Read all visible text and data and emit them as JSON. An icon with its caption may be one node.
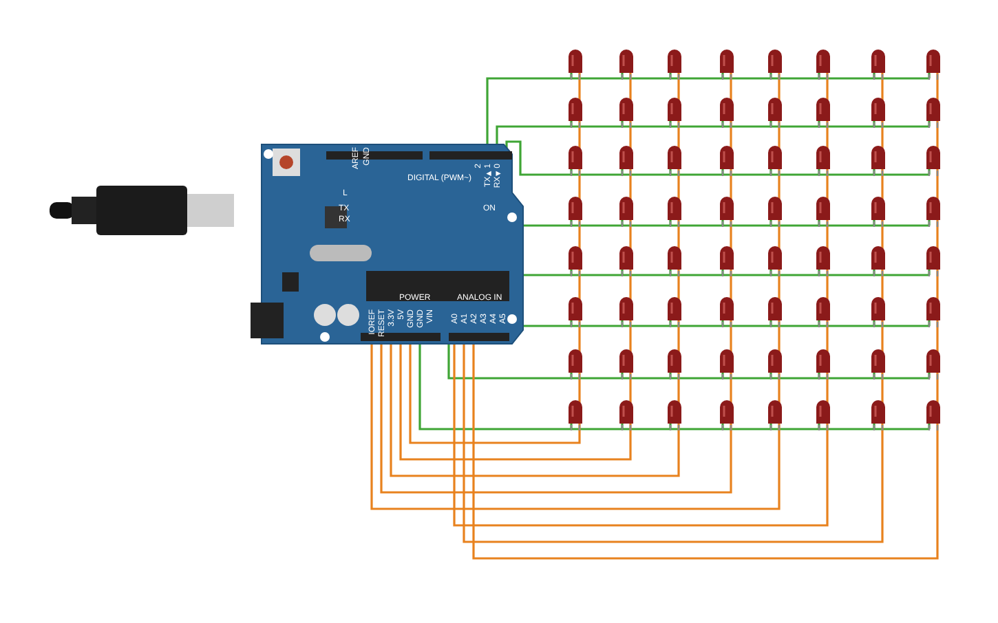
{
  "diagram": {
    "nodes": [
      {
        "text": [],
        "shape": "picture"
      },
      {
        "text": [],
        "shape": "picture"
      },
      {
        "text": [],
        "shape": "picture"
      },
      {
        "text": [],
        "shape": "picture"
      },
      {
        "text": [],
        "shape": "picture"
      },
      {
        "text": [],
        "shape": "picture"
      },
      {
        "text": [],
        "shape": "picture"
      },
      {
        "text": [],
        "shape": "picture"
      },
      {
        "text": [],
        "shape": "picture"
      },
      {
        "text": [],
        "shape": "picture"
      },
      {
        "text": [],
        "shape": "picture"
      },
      {
        "text": [],
        "shape": "picture"
      },
      {
        "text": [],
        "shape": "picture"
      },
      {
        "text": [],
        "shape": "picture"
      },
      {
        "text": [],
        "shape": "picture"
      },
      {
        "text": [],
        "shape": "picture"
      },
      {
        "text": [],
        "shape": "picture"
      },
      {
        "text": [],
        "shape": "picture"
      },
      {
        "text": [],
        "shape": "picture"
      },
      {
        "text": [],
        "shape": "picture"
      },
      {
        "text": [],
        "shape": "picture"
      },
      {
        "text": [],
        "shape": "picture"
      },
      {
        "text": [],
        "shape": "picture"
      },
      {
        "text": [],
        "shape": "picture"
      },
      {
        "text": [],
        "shape": "picture"
      },
      {
        "text": [],
        "shape": "picture"
      },
      {
        "text": [],
        "shape": "picture"
      },
      {
        "text": [],
        "shape": "picture"
      },
      {
        "text": [],
        "shape": "picture"
      },
      {
        "text": [],
        "shape": "picture"
      },
      {
        "text": [],
        "shape": "picture"
      },
      {
        "text": [],
        "shape": "picture"
      },
      {
        "text": [],
        "shape": "picture"
      },
      {
        "text": [],
        "shape": "picture"
      },
      {
        "text": [],
        "shape": "picture"
      },
      {
        "text": [],
        "shape": "picture"
      },
      {
        "text": [],
        "shape": "picture"
      },
      {
        "text": [],
        "shape": "picture"
      },
      {
        "text": [],
        "shape": "picture"
      },
      {
        "text": [],
        "shape": "picture"
      },
      {
        "text": [],
        "shape": "picture"
      },
      {
        "text": [],
        "shape": "picture"
      },
      {
        "text": [],
        "shape": "picture"
      },
      {
        "text": [],
        "shape": "picture"
      },
      {
        "text": [],
        "shape": "picture"
      },
      {
        "text": [],
        "shape": "picture"
      },
      {
        "text": [],
        "shape": "picture"
      },
      {
        "text": [],
        "shape": "picture"
      },
      {
        "text": [],
        "shape": "picture"
      },
      {
        "text": [],
        "shape": "picture"
      },
      {
        "text": [],
        "shape": "picture"
      },
      {
        "text": [],
        "shape": "picture"
      },
      {
        "text": [],
        "shape": "picture"
      },
      {
        "text": [],
        "shape": "picture"
      },
      {
        "text": [],
        "shape": "picture"
      },
      {
        "text": [],
        "shape": "picture"
      },
      {
        "text": [],
        "shape": "picture"
      },
      {
        "text": [],
        "shape": "picture"
      },
      {
        "text": [],
        "shape": "picture"
      },
      {
        "text": [],
        "shape": "picture"
      },
      {
        "text": [],
        "shape": "picture"
      },
      {
        "text": [],
        "shape": "picture"
      },
      {
        "text": [],
        "shape": "picture"
      },
      {
        "text": [],
        "shape": "picture"
      },
      {
        "text": [],
        "shape": "picture"
      }
    ],
    "edges": [
      {
        "from": 0,
        "to": 1,
        "arrow": "none",
        "color": "#3fa535"
      },
      {
        "from": 0,
        "to": 2,
        "arrow": "none",
        "color": "#3fa535"
      },
      {
        "from": 0,
        "to": 3,
        "arrow": "none",
        "color": "#3fa535"
      },
      {
        "from": 0,
        "to": 4,
        "arrow": "none",
        "color": "#3fa535"
      },
      {
        "from": 0,
        "to": 5,
        "arrow": "none",
        "color": "#3fa535"
      },
      {
        "from": 0,
        "to": 6,
        "arrow": "none",
        "color": "#3fa535"
      },
      {
        "from": 0,
        "to": 7,
        "arrow": "none",
        "color": "#3fa535"
      },
      {
        "from": 0,
        "to": 8,
        "arrow": "none",
        "color": "#3fa535"
      },
      {
        "from": 0,
        "to": 9,
        "arrow": "none",
        "color": "#3fa535"
      },
      {
        "from": 0,
        "to": 10,
        "arrow": "none",
        "color": "#3fa535"
      },
      {
        "from": 0,
        "to": 11,
        "arrow": "none",
        "color": "#3fa535"
      },
      {
        "from": 0,
        "to": 12,
        "arrow": "none",
        "color": "#3fa535"
      },
      {
        "from": 0,
        "to": 13,
        "arrow": "none",
        "color": "#3fa535"
      },
      {
        "from": 0,
        "to": 14,
        "arrow": "none",
        "color": "#3fa535"
      },
      {
        "from": 0,
        "to": 15,
        "arrow": "none",
        "color": "#3fa535"
      },
      {
        "from": 0,
        "to": 16,
        "arrow": "none",
        "color": "#3fa535"
      },
      {
        "from": 0,
        "to": 17,
        "arrow": "none",
        "color": "#3fa535"
      },
      {
        "from": 0,
        "to": 18,
        "arrow": "none",
        "color": "#3fa535"
      },
      {
        "from": 0,
        "to": 19,
        "arrow": "none",
        "color": "#3fa535"
      },
      {
        "from": 0,
        "to": 20,
        "arrow": "none",
        "color": "#3fa535"
      },
      {
        "from": 0,
        "to": 21,
        "arrow": "none",
        "color": "#3fa535"
      },
      {
        "from": 0,
        "to": 22,
        "arrow": "none",
        "color": "#3fa535"
      },
      {
        "from": 0,
        "to": 23,
        "arrow": "none",
        "color": "#3fa535"
      },
      {
        "from": 0,
        "to": 24,
        "arrow": "none",
        "color": "#3fa535"
      },
      {
        "from": 0,
        "to": 25,
        "arrow": "none",
        "color": "#3fa535"
      },
      {
        "from": 0,
        "to": 26,
        "arrow": "none",
        "color": "#3fa535"
      },
      {
        "from": 0,
        "to": 27,
        "arrow": "none",
        "color": "#3fa535"
      },
      {
        "from": 0,
        "to": 28,
        "arrow": "none",
        "color": "#3fa535"
      },
      {
        "from": 0,
        "to": 29,
        "arrow": "none",
        "color": "#3fa535"
      },
      {
        "from": 0,
        "to": 30,
        "arrow": "none",
        "color": "#3fa535"
      },
      {
        "from": 0,
        "to": 31,
        "arrow": "none",
        "color": "#3fa535"
      },
      {
        "from": 0,
        "to": 32,
        "arrow": "none",
        "color": "#3fa535"
      },
      {
        "from": 0,
        "to": 33,
        "arrow": "none",
        "color": "#3fa535"
      },
      {
        "from": 0,
        "to": 34,
        "arrow": "none",
        "color": "#3fa535"
      },
      {
        "from": 0,
        "to": 35,
        "arrow": "none",
        "color": "#3fa535"
      },
      {
        "from": 0,
        "to": 36,
        "arrow": "none",
        "color": "#3fa535"
      },
      {
        "from": 0,
        "to": 37,
        "arrow": "none",
        "color": "#3fa535"
      },
      {
        "from": 0,
        "to": 38,
        "arrow": "none",
        "color": "#3fa535"
      },
      {
        "from": 0,
        "to": 39,
        "arrow": "none",
        "color": "#3fa535"
      },
      {
        "from": 0,
        "to": 40,
        "arrow": "none",
        "color": "#3fa535"
      },
      {
        "from": 0,
        "to": 41,
        "arrow": "none",
        "color": "#3fa535"
      },
      {
        "from": 0,
        "to": 42,
        "arrow": "none",
        "color": "#3fa535"
      },
      {
        "from": 0,
        "to": 43,
        "arrow": "none",
        "color": "#3fa535"
      },
      {
        "from": 0,
        "to": 44,
        "arrow": "none",
        "color": "#3fa535"
      },
      {
        "from": 0,
        "to": 45,
        "arrow": "none",
        "color": "#3fa535"
      },
      {
        "from": 0,
        "to": 46,
        "arrow": "none",
        "color": "#3fa535"
      },
      {
        "from": 0,
        "to": 47,
        "arrow": "none",
        "color": "#3fa535"
      },
      {
        "from": 0,
        "to": 48,
        "arrow": "none",
        "color": "#3fa535"
      },
      {
        "from": 0,
        "to": 49,
        "arrow": "none",
        "color": "#3fa535"
      },
      {
        "from": 0,
        "to": 50,
        "arrow": "none",
        "color": "#3fa535"
      },
      {
        "from": 0,
        "to": 51,
        "arrow": "none",
        "color": "#3fa535"
      },
      {
        "from": 0,
        "to": 52,
        "arrow": "none",
        "color": "#3fa535"
      },
      {
        "from": 0,
        "to": 53,
        "arrow": "none",
        "color": "#3fa535"
      },
      {
        "from": 0,
        "to": 54,
        "arrow": "none",
        "color": "#3fa535"
      },
      {
        "from": 0,
        "to": 55,
        "arrow": "none",
        "color": "#3fa535"
      },
      {
        "from": 0,
        "to": 56,
        "arrow": "none",
        "color": "#3fa535"
      },
      {
        "from": 0,
        "to": 57,
        "arrow": "none",
        "color": "#3fa535"
      },
      {
        "from": 0,
        "to": 58,
        "arrow": "none",
        "color": "#3fa535"
      },
      {
        "from": 0,
        "to": 59,
        "arrow": "none",
        "color": "#3fa535"
      },
      {
        "from": 0,
        "to": 60,
        "arrow": "none",
        "color": "#3fa535"
      },
      {
        "from": 0,
        "to": 61,
        "arrow": "none",
        "color": "#3fa535"
      },
      {
        "from": 0,
        "to": 62,
        "arrow": "none",
        "color": "#3fa535"
      },
      {
        "from": 0,
        "to": 63,
        "arrow": "none",
        "color": "#3fa535"
      },
      {
        "from": 0,
        "to": 64,
        "arrow": "none",
        "color": "#3fa535"
      },
      {
        "from": 0,
        "to": 1,
        "arrow": "none",
        "color": "#e8821e"
      },
      {
        "from": 0,
        "to": 9,
        "arrow": "none",
        "color": "#e8821e"
      },
      {
        "from": 0,
        "to": 17,
        "arrow": "none",
        "color": "#e8821e"
      },
      {
        "from": 0,
        "to": 25,
        "arrow": "none",
        "color": "#e8821e"
      },
      {
        "from": 0,
        "to": 33,
        "arrow": "none",
        "color": "#e8821e"
      },
      {
        "from": 0,
        "to": 41,
        "arrow": "none",
        "color": "#e8821e"
      },
      {
        "from": 0,
        "to": 49,
        "arrow": "none",
        "color": "#e8821e"
      },
      {
        "from": 0,
        "to": 57,
        "arrow": "none",
        "color": "#e8821e"
      },
      {
        "from": 0,
        "to": 2,
        "arrow": "none",
        "color": "#e8821e"
      },
      {
        "from": 0,
        "to": 10,
        "arrow": "none",
        "color": "#e8821e"
      },
      {
        "from": 0,
        "to": 18,
        "arrow": "none",
        "color": "#e8821e"
      },
      {
        "from": 0,
        "to": 26,
        "arrow": "none",
        "color": "#e8821e"
      },
      {
        "from": 0,
        "to": 34,
        "arrow": "none",
        "color": "#e8821e"
      },
      {
        "from": 0,
        "to": 42,
        "arrow": "none",
        "color": "#e8821e"
      },
      {
        "from": 0,
        "to": 50,
        "arrow": "none",
        "color": "#e8821e"
      },
      {
        "from": 0,
        "to": 58,
        "arrow": "none",
        "color": "#e8821e"
      },
      {
        "from": 0,
        "to": 3,
        "arrow": "none",
        "color": "#e8821e"
      },
      {
        "from": 0,
        "to": 11,
        "arrow": "none",
        "color": "#e8821e"
      },
      {
        "from": 0,
        "to": 19,
        "arrow": "none",
        "color": "#e8821e"
      },
      {
        "from": 0,
        "to": 27,
        "arrow": "none",
        "color": "#e8821e"
      },
      {
        "from": 0,
        "to": 35,
        "arrow": "none",
        "color": "#e8821e"
      },
      {
        "from": 0,
        "to": 43,
        "arrow": "none",
        "color": "#e8821e"
      },
      {
        "from": 0,
        "to": 51,
        "arrow": "none",
        "color": "#e8821e"
      },
      {
        "from": 0,
        "to": 59,
        "arrow": "none",
        "color": "#e8821e"
      },
      {
        "from": 0,
        "to": 4,
        "arrow": "none",
        "color": "#e8821e"
      },
      {
        "from": 0,
        "to": 12,
        "arrow": "none",
        "color": "#e8821e"
      },
      {
        "from": 0,
        "to": 20,
        "arrow": "none",
        "color": "#e8821e"
      },
      {
        "from": 0,
        "to": 28,
        "arrow": "none",
        "color": "#e8821e"
      },
      {
        "from": 0,
        "to": 36,
        "arrow": "none",
        "color": "#e8821e"
      },
      {
        "from": 0,
        "to": 44,
        "arrow": "none",
        "color": "#e8821e"
      },
      {
        "from": 0,
        "to": 52,
        "arrow": "none",
        "color": "#e8821e"
      },
      {
        "from": 0,
        "to": 60,
        "arrow": "none",
        "color": "#e8821e"
      },
      {
        "from": 0,
        "to": 5,
        "arrow": "none",
        "color": "#e8821e"
      },
      {
        "from": 0,
        "to": 13,
        "arrow": "none",
        "color": "#e8821e"
      },
      {
        "from": 0,
        "to": 21,
        "arrow": "none",
        "color": "#e8821e"
      },
      {
        "from": 0,
        "to": 29,
        "arrow": "none",
        "color": "#e8821e"
      },
      {
        "from": 0,
        "to": 37,
        "arrow": "none",
        "color": "#e8821e"
      },
      {
        "from": 0,
        "to": 45,
        "arrow": "none",
        "color": "#e8821e"
      },
      {
        "from": 0,
        "to": 53,
        "arrow": "none",
        "color": "#e8821e"
      },
      {
        "from": 0,
        "to": 61,
        "arrow": "none",
        "color": "#e8821e"
      },
      {
        "from": 0,
        "to": 6,
        "arrow": "none",
        "color": "#e8821e"
      },
      {
        "from": 0,
        "to": 14,
        "arrow": "none",
        "color": "#e8821e"
      },
      {
        "from": 0,
        "to": 22,
        "arrow": "none",
        "color": "#e8821e"
      },
      {
        "from": 0,
        "to": 30,
        "arrow": "none",
        "color": "#e8821e"
      },
      {
        "from": 0,
        "to": 38,
        "arrow": "none",
        "color": "#e8821e"
      },
      {
        "from": 0,
        "to": 46,
        "arrow": "none",
        "color": "#e8821e"
      },
      {
        "from": 0,
        "to": 54,
        "arrow": "none",
        "color": "#e8821e"
      },
      {
        "from": 0,
        "to": 62,
        "arrow": "none",
        "color": "#e8821e"
      },
      {
        "from": 0,
        "to": 7,
        "arrow": "none",
        "color": "#e8821e"
      },
      {
        "from": 0,
        "to": 15,
        "arrow": "none",
        "color": "#e8821e"
      },
      {
        "from": 0,
        "to": 23,
        "arrow": "none",
        "color": "#e8821e"
      },
      {
        "from": 0,
        "to": 31,
        "arrow": "none",
        "color": "#e8821e"
      },
      {
        "from": 0,
        "to": 39,
        "arrow": "none",
        "color": "#e8821e"
      },
      {
        "from": 0,
        "to": 47,
        "arrow": "none",
        "color": "#e8821e"
      },
      {
        "from": 0,
        "to": 55,
        "arrow": "none",
        "color": "#e8821e"
      },
      {
        "from": 0,
        "to": 63,
        "arrow": "none",
        "color": "#e8821e"
      },
      {
        "from": 0,
        "to": 8,
        "arrow": "none",
        "color": "#e8821e"
      },
      {
        "from": 0,
        "to": 16,
        "arrow": "none",
        "color": "#e8821e"
      },
      {
        "from": 0,
        "to": 24,
        "arrow": "none",
        "color": "#e8821e"
      },
      {
        "from": 0,
        "to": 32,
        "arrow": "none",
        "color": "#e8821e"
      },
      {
        "from": 0,
        "to": 40,
        "arrow": "none",
        "color": "#e8821e"
      },
      {
        "from": 0,
        "to": 48,
        "arrow": "none",
        "color": "#e8821e"
      },
      {
        "from": 0,
        "to": 56,
        "arrow": "none",
        "color": "#e8821e"
      },
      {
        "from": 0,
        "to": 64,
        "arrow": "none",
        "color": "#e8821e"
      }
    ],
    "labels": [
      "AREF",
      "GND",
      "L",
      "TX",
      "RX",
      "2",
      "TX►1",
      "RX◄0",
      "DIGITAL (PWM~)",
      "ON",
      "IOREF",
      "RESET",
      "3.3V",
      "5V",
      "GND",
      "GND",
      "VIN",
      "POWER",
      "ANALOG IN",
      "A0",
      "A1",
      "A2",
      "A3",
      "A4",
      "A5"
    ]
  }
}
